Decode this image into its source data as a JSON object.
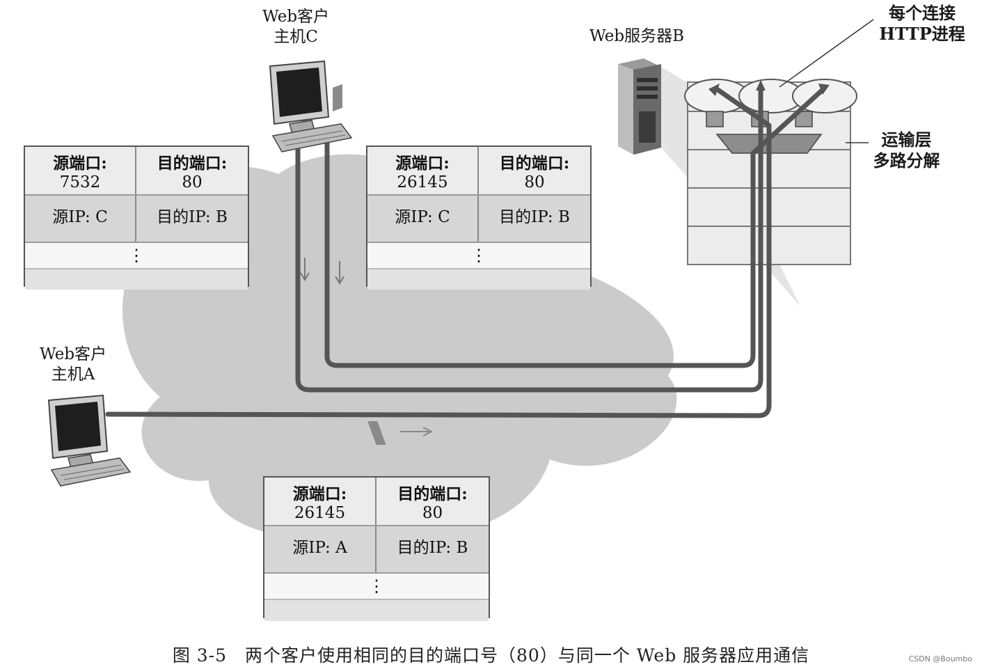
{
  "hosts": {
    "client_c": {
      "line1": "Web客户",
      "line2": "主机C"
    },
    "client_a": {
      "line1": "Web客户",
      "line2": "主机A"
    },
    "server_b": {
      "label": "Web服务器B"
    }
  },
  "annotations": {
    "per_connection": {
      "line1": "每个连接",
      "line2": "HTTP进程"
    },
    "transport_demux": {
      "line1": "运输层",
      "line2": "多路分解"
    }
  },
  "segments": [
    {
      "src_port_label": "源端口:",
      "src_port": "7532",
      "dst_port_label": "目的端口:",
      "dst_port": "80",
      "src_ip": "源IP: C",
      "dst_ip": "目的IP: B",
      "more": "⋮"
    },
    {
      "src_port_label": "源端口:",
      "src_port": "26145",
      "dst_port_label": "目的端口:",
      "dst_port": "80",
      "src_ip": "源IP: C",
      "dst_ip": "目的IP: B",
      "more": "⋮"
    },
    {
      "src_port_label": "源端口:",
      "src_port": "26145",
      "dst_port_label": "目的端口:",
      "dst_port": "80",
      "src_ip": "源IP: A",
      "dst_ip": "目的IP: B",
      "more": "⋮"
    }
  ],
  "caption": "图 3-5　两个客户使用相同的目的端口号（80）与同一个 Web 服务器应用通信",
  "watermark": "CSDN @Boumbo",
  "colors": {
    "cloud": "#c9c9c9",
    "connection_line": "#555555",
    "server_panel": "#dedede"
  }
}
